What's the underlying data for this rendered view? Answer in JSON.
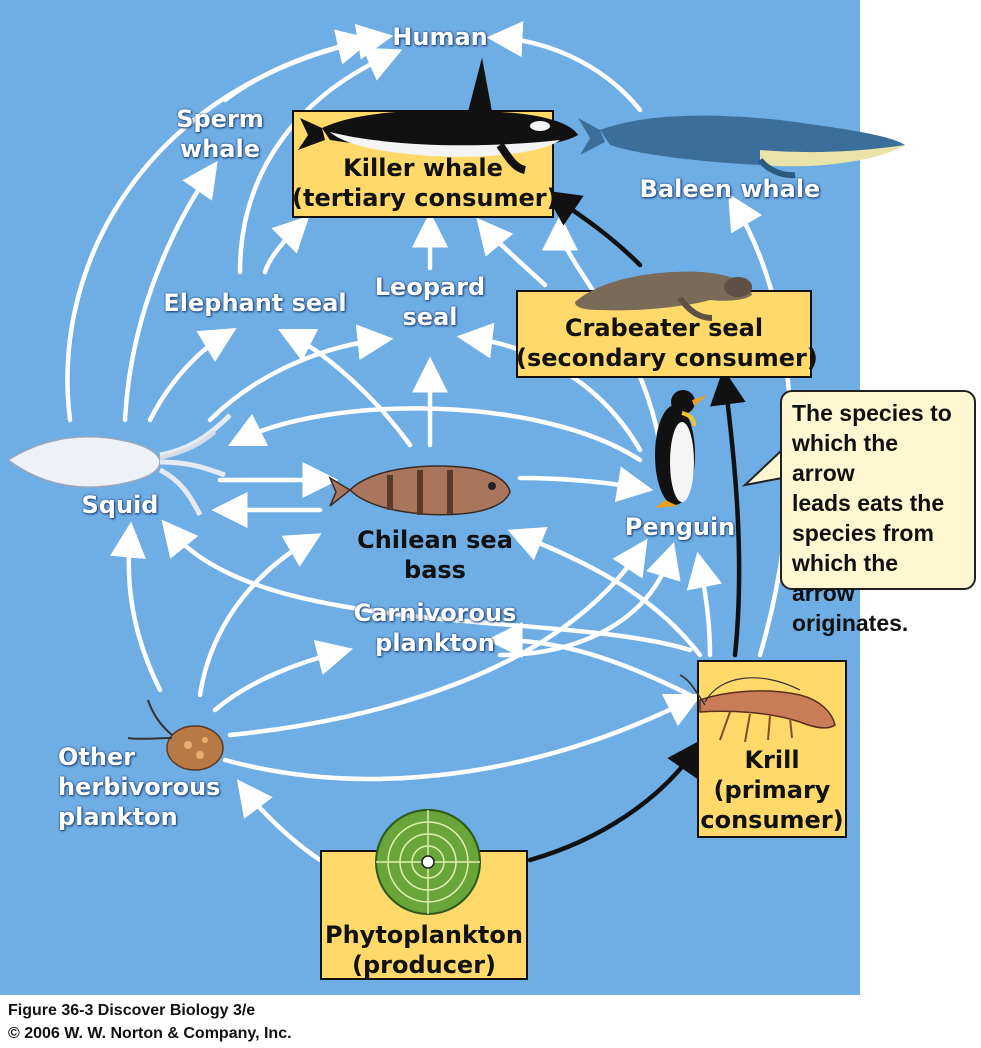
{
  "colors": {
    "ocean": "#6fade5",
    "producer_box": "#ffd96a",
    "callout_bg": "#fff6d2",
    "arrow_white": "#ffffff",
    "arrow_black": "#111111"
  },
  "labels": {
    "human": "Human",
    "sperm_whale": [
      "Sperm",
      "whale"
    ],
    "killer_whale": [
      "Killer whale",
      "(tertiary consumer)"
    ],
    "baleen_whale": "Baleen whale",
    "elephant_seal": "Elephant seal",
    "leopard_seal": [
      "Leopard",
      "seal"
    ],
    "crabeater_seal": [
      "Crabeater seal",
      "(secondary consumer)"
    ],
    "squid": "Squid",
    "chilean_sea_bass": [
      "Chilean sea",
      "bass"
    ],
    "penguin": "Penguin",
    "carnivorous_plankton": [
      "Carnivorous",
      "plankton"
    ],
    "other_herbivorous_plankton": [
      "Other",
      "herbivorous",
      "plankton"
    ],
    "krill": [
      "Krill",
      "(primary",
      "consumer)"
    ],
    "phytoplankton": [
      "Phytoplankton",
      "(producer)"
    ]
  },
  "callout": {
    "lines": [
      "The species to",
      "which the arrow",
      "leads eats the",
      "species from",
      "which the arrow",
      "originates."
    ]
  },
  "caption": {
    "line1": "Figure 36-3  Discover Biology 3/e",
    "line2": "© 2006 W. W. Norton & Company, Inc."
  },
  "icons": {
    "killer_whale": "killer-whale-icon",
    "baleen_whale": "baleen-whale-icon",
    "crabeater_seal": "seal-icon",
    "penguin": "penguin-icon",
    "squid": "squid-icon",
    "sea_bass": "fish-icon",
    "herbivorous_plankton": "plankton-icon",
    "krill": "krill-icon",
    "phytoplankton": "diatom-icon"
  }
}
